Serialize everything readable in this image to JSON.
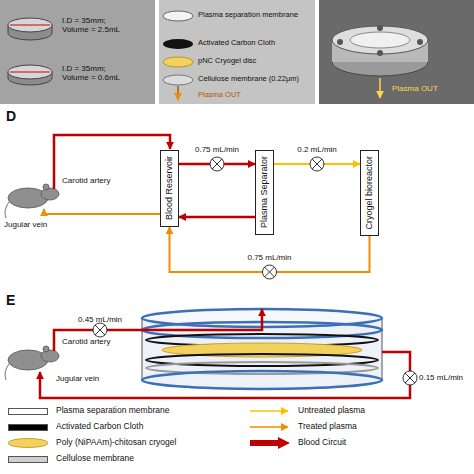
{
  "diagram": {
    "nodes": [
      {
        "text": [
          "Blood Reservoir"
        ]
      },
      {
        "text": [
          "Plasma Separator"
        ]
      },
      {
        "text": [
          "Cryogel bioreactor"
        ]
      }
    ],
    "edges": [
      {
        "from": 0,
        "to": 1,
        "arrow": "to",
        "label": "0.75 mL/min"
      },
      {
        "from": 1,
        "to": 0,
        "arrow": "to"
      },
      {
        "from": 1,
        "to": 2,
        "arrow": "to",
        "label": "0.2 mL/min"
      },
      {
        "from": 2,
        "to": 0,
        "arrow": "to",
        "label": "0.75 mL/min"
      }
    ],
    "labels": [
      "I.D = 35mm; Volume = 2.5mL",
      "I.D = 35mm; Volume = 0.6mL",
      "Plasma separation membrane",
      "Activated Carbon Cloth",
      "pNC Cryogel disc",
      "Cellulose membrane (0.22µm)",
      "Plasma OUT",
      "Plasma OUT",
      "D",
      "Carotid artery",
      "Jugular vein",
      "E",
      "Carotid artery",
      "Jugular vein",
      "0.45 mL/min",
      "0.15 mL/min"
    ],
    "legend": [
      {
        "text": "Plasma separation membrane",
        "color": "#ffffff"
      },
      {
        "text": "Activated Carbon Cloth",
        "color": "#000000"
      },
      {
        "text": "Poly (NiPAAm)-chitosan cryogel"
      },
      {
        "text": "Cellulose membrane",
        "color": "#cfcfcf"
      },
      {
        "text": "Untreated plasma"
      },
      {
        "text": "Treated plasma"
      },
      {
        "text": "Blood Circuit"
      }
    ]
  }
}
